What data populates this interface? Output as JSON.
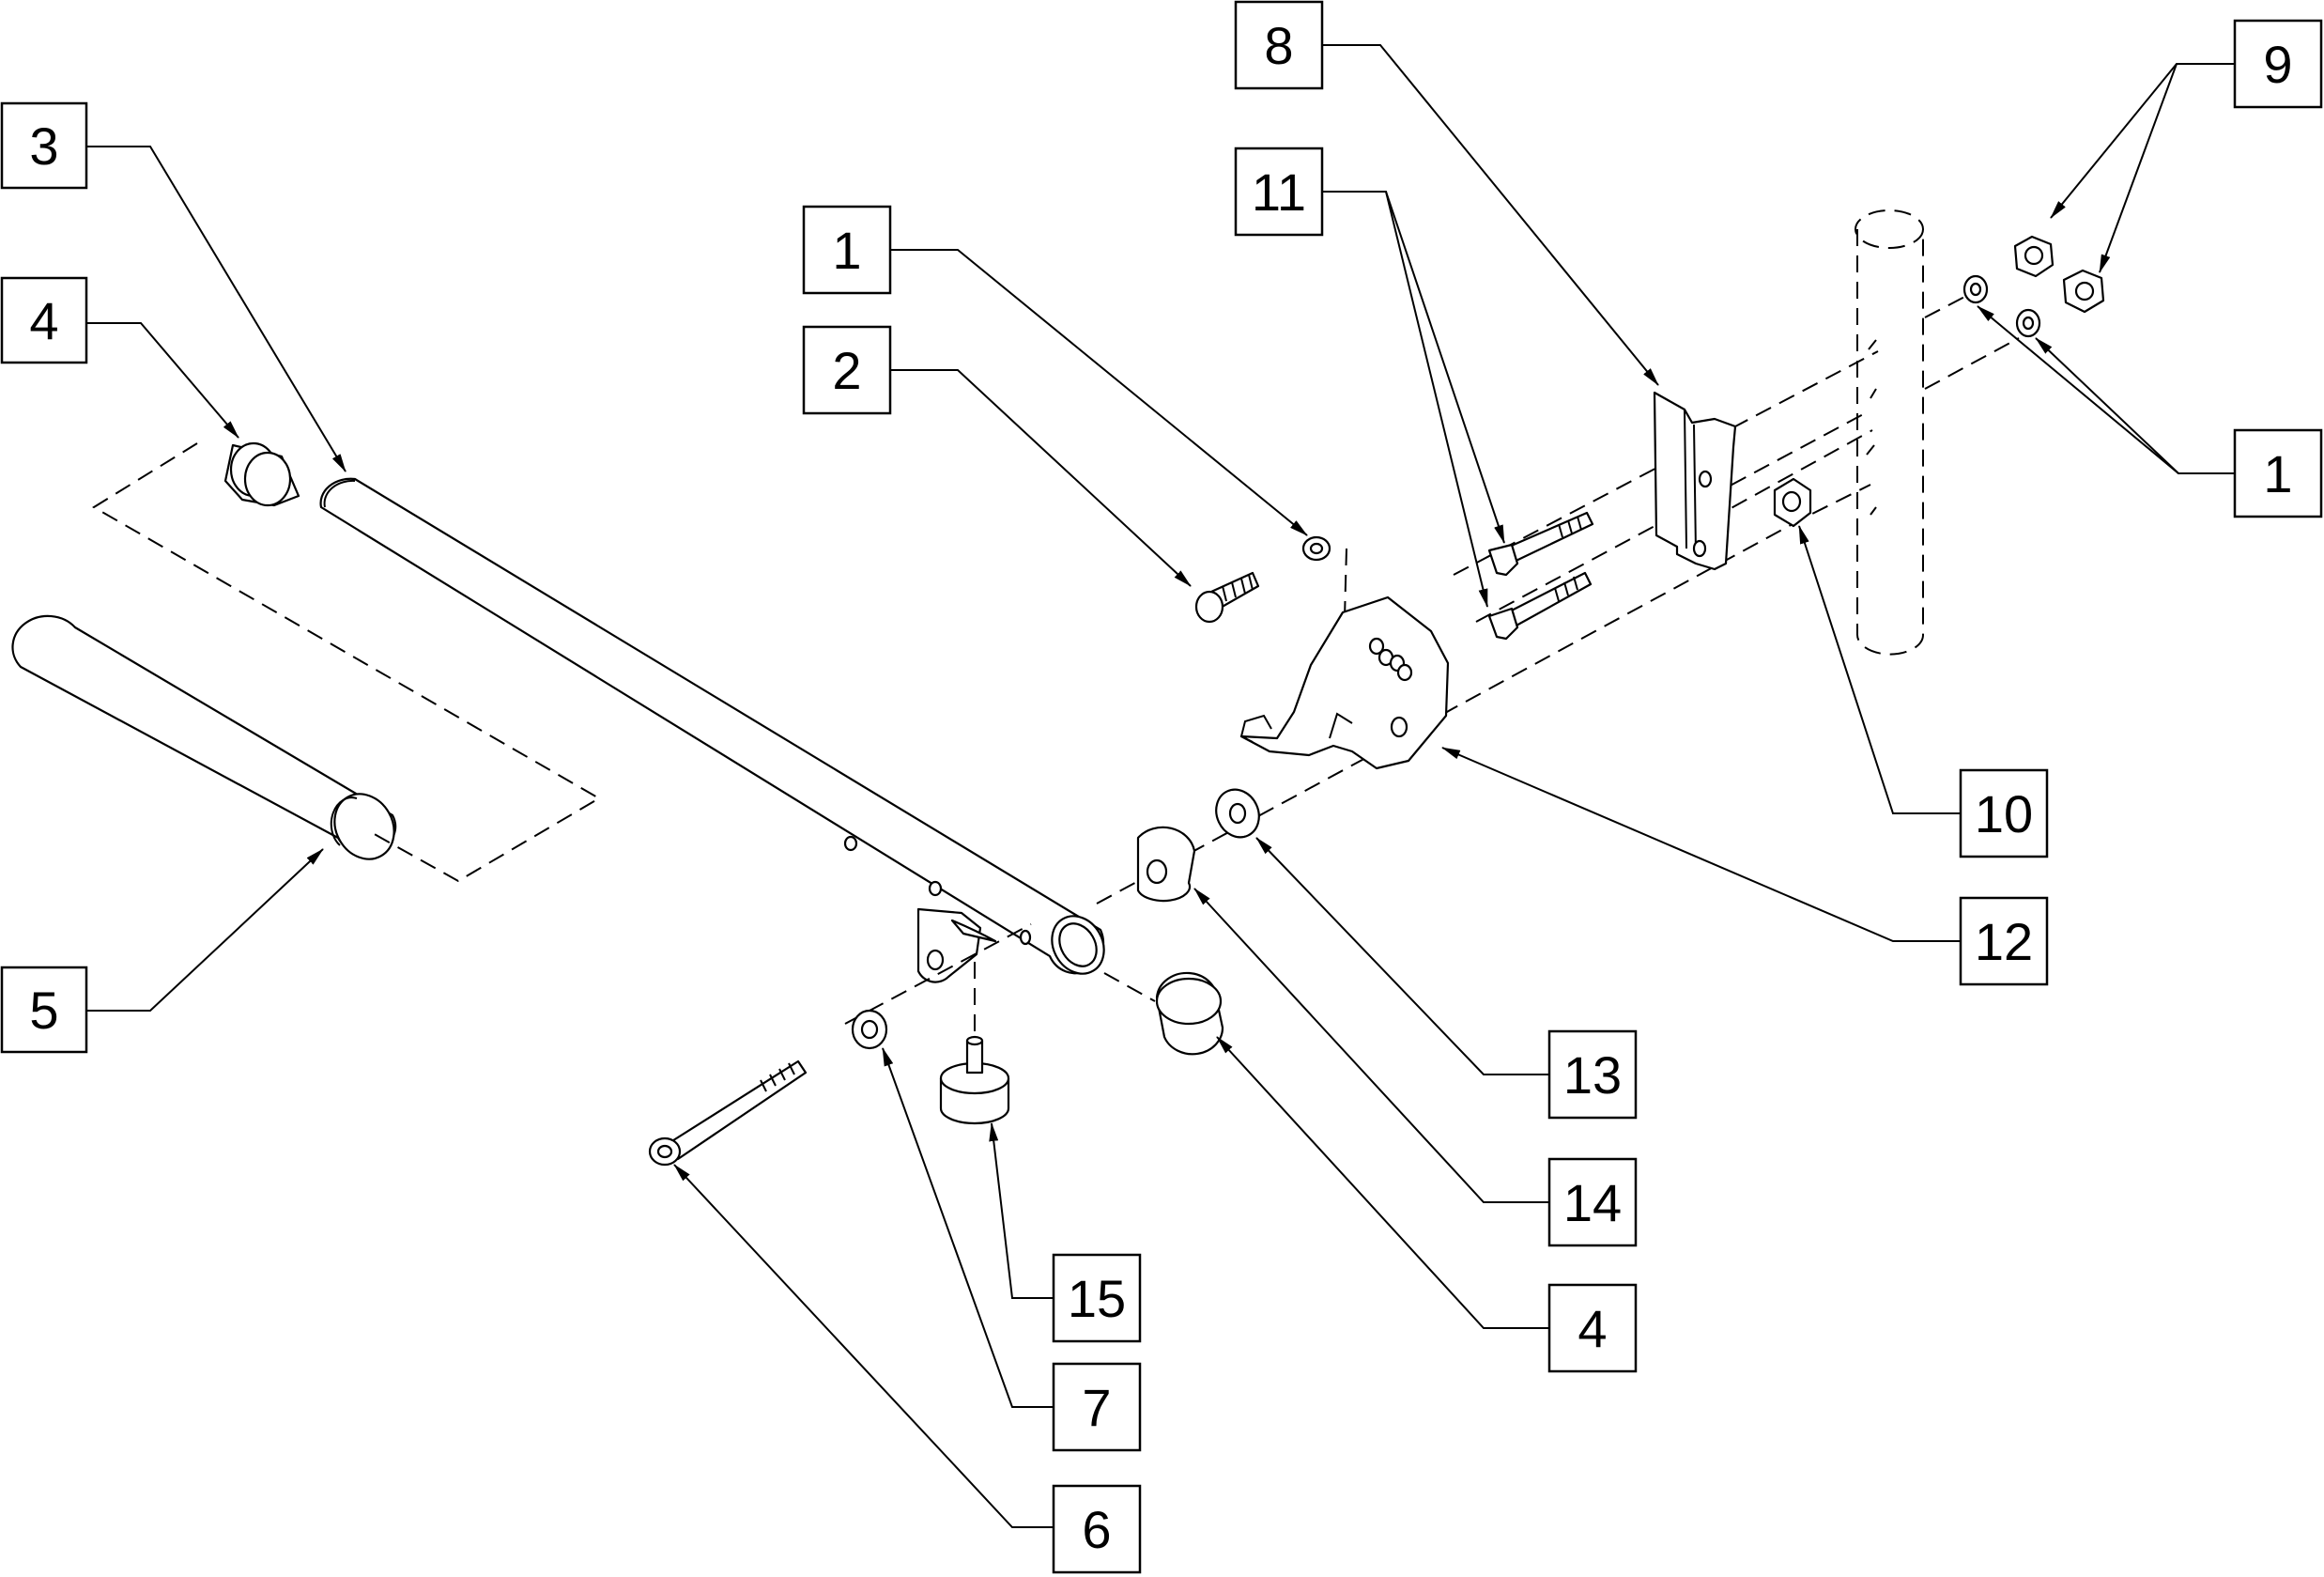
{
  "callouts": [
    {
      "id": "c1a",
      "label": "1"
    },
    {
      "id": "c1b",
      "label": "1"
    },
    {
      "id": "c2",
      "label": "2"
    },
    {
      "id": "c3",
      "label": "3"
    },
    {
      "id": "c4a",
      "label": "4"
    },
    {
      "id": "c4b",
      "label": "4"
    },
    {
      "id": "c5",
      "label": "5"
    },
    {
      "id": "c6",
      "label": "6"
    },
    {
      "id": "c7",
      "label": "7"
    },
    {
      "id": "c8",
      "label": "8"
    },
    {
      "id": "c9",
      "label": "9"
    },
    {
      "id": "c10",
      "label": "10"
    },
    {
      "id": "c11",
      "label": "11"
    },
    {
      "id": "c12",
      "label": "12"
    },
    {
      "id": "c13",
      "label": "13"
    },
    {
      "id": "c14",
      "label": "14"
    },
    {
      "id": "c15",
      "label": "15"
    }
  ]
}
